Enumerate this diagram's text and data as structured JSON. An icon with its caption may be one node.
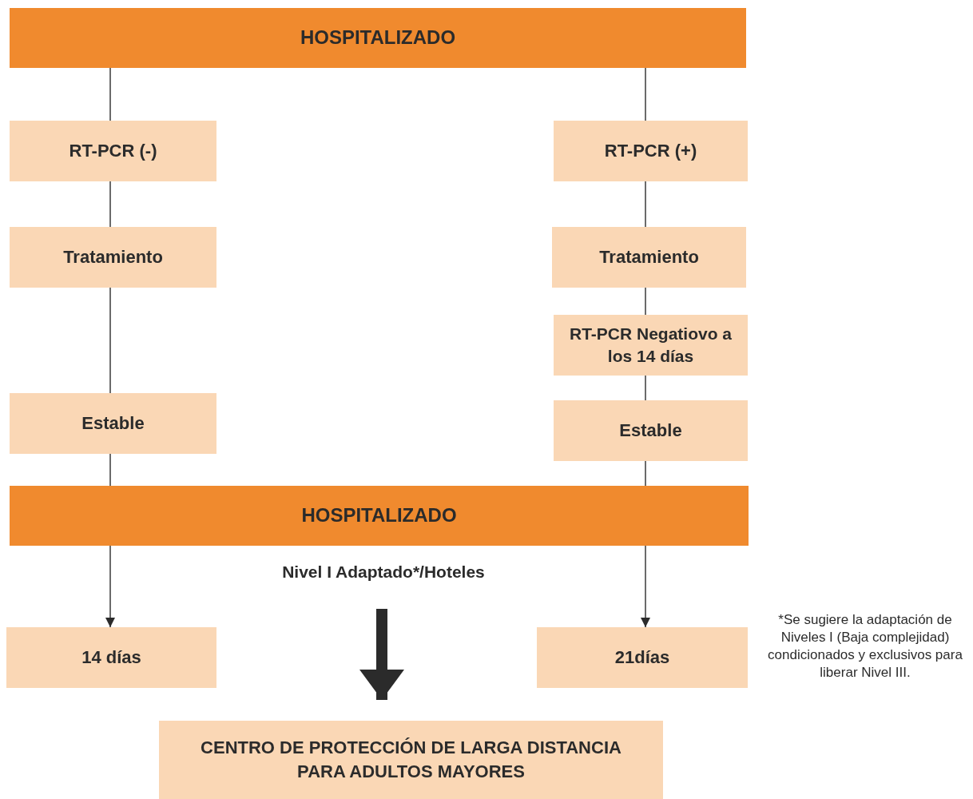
{
  "diagram": {
    "nodes": [
      {
        "text": [
          "HOSPITALIZADO"
        ]
      },
      {
        "text": [
          "RT-PCR (-)"
        ]
      },
      {
        "text": [
          "RT-PCR (+)"
        ]
      },
      {
        "text": [
          "Tratamiento"
        ]
      },
      {
        "text": [
          "Tratamiento"
        ]
      },
      {
        "text": [
          "RT-PCR Negatiovo a los 14 días"
        ]
      },
      {
        "text": [
          "Estable"
        ]
      },
      {
        "text": [
          "Estable"
        ]
      },
      {
        "text": [
          "HOSPITALIZADO"
        ]
      },
      {
        "text": [
          "Nivel I Adaptado*/Hoteles"
        ]
      },
      {
        "text": [
          "14 días"
        ]
      },
      {
        "text": [
          "21días"
        ]
      },
      {
        "text": [
          "CENTRO DE PROTECCIÓN DE LARGA DISTANCIA PARA ADULTOS MAYORES"
        ]
      }
    ],
    "edges": [
      {
        "from": 0,
        "to": 1,
        "arrow": "none"
      },
      {
        "from": 0,
        "to": 2,
        "arrow": "none"
      },
      {
        "from": 1,
        "to": 3,
        "arrow": "none"
      },
      {
        "from": 3,
        "to": 6,
        "arrow": "none"
      },
      {
        "from": 6,
        "to": 8,
        "arrow": "none"
      },
      {
        "from": 2,
        "to": 4,
        "arrow": "none"
      },
      {
        "from": 4,
        "to": 5,
        "arrow": "none"
      },
      {
        "from": 5,
        "to": 7,
        "arrow": "none"
      },
      {
        "from": 7,
        "to": 8,
        "arrow": "none"
      },
      {
        "from": 8,
        "to": 10,
        "arrow": "to"
      },
      {
        "from": 8,
        "to": 11,
        "arrow": "to"
      },
      {
        "from": 9,
        "to": 12,
        "arrow": "to",
        "style": "thick"
      }
    ],
    "labels": [
      "*Se sugiere la adaptación de Niveles I (Baja complejidad) condicionados y exclusivos para liberar Nivel III."
    ]
  }
}
